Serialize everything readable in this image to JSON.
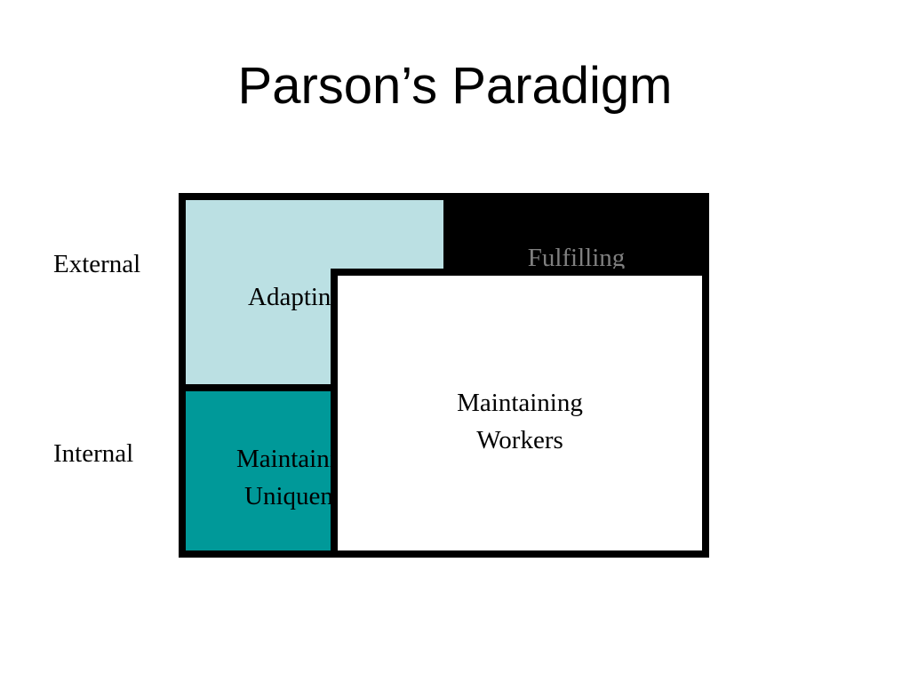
{
  "slide": {
    "title": "Parson’s Paradigm"
  },
  "rows": {
    "external": "External",
    "internal": "Internal"
  },
  "quadrants": {
    "adapting": {
      "text": "Adapting",
      "color": "#bbe0e3"
    },
    "fulfilling": {
      "text": "Fulfilling",
      "color": "#000000",
      "text_color": "#808080"
    },
    "maintaining_unique": {
      "line1": "Maintaining",
      "line2": "Uniqueness",
      "color": "#009999"
    },
    "maintaining_workers": {
      "line1": "Maintaining",
      "line2": "Workers",
      "color": "#ffffff"
    }
  }
}
